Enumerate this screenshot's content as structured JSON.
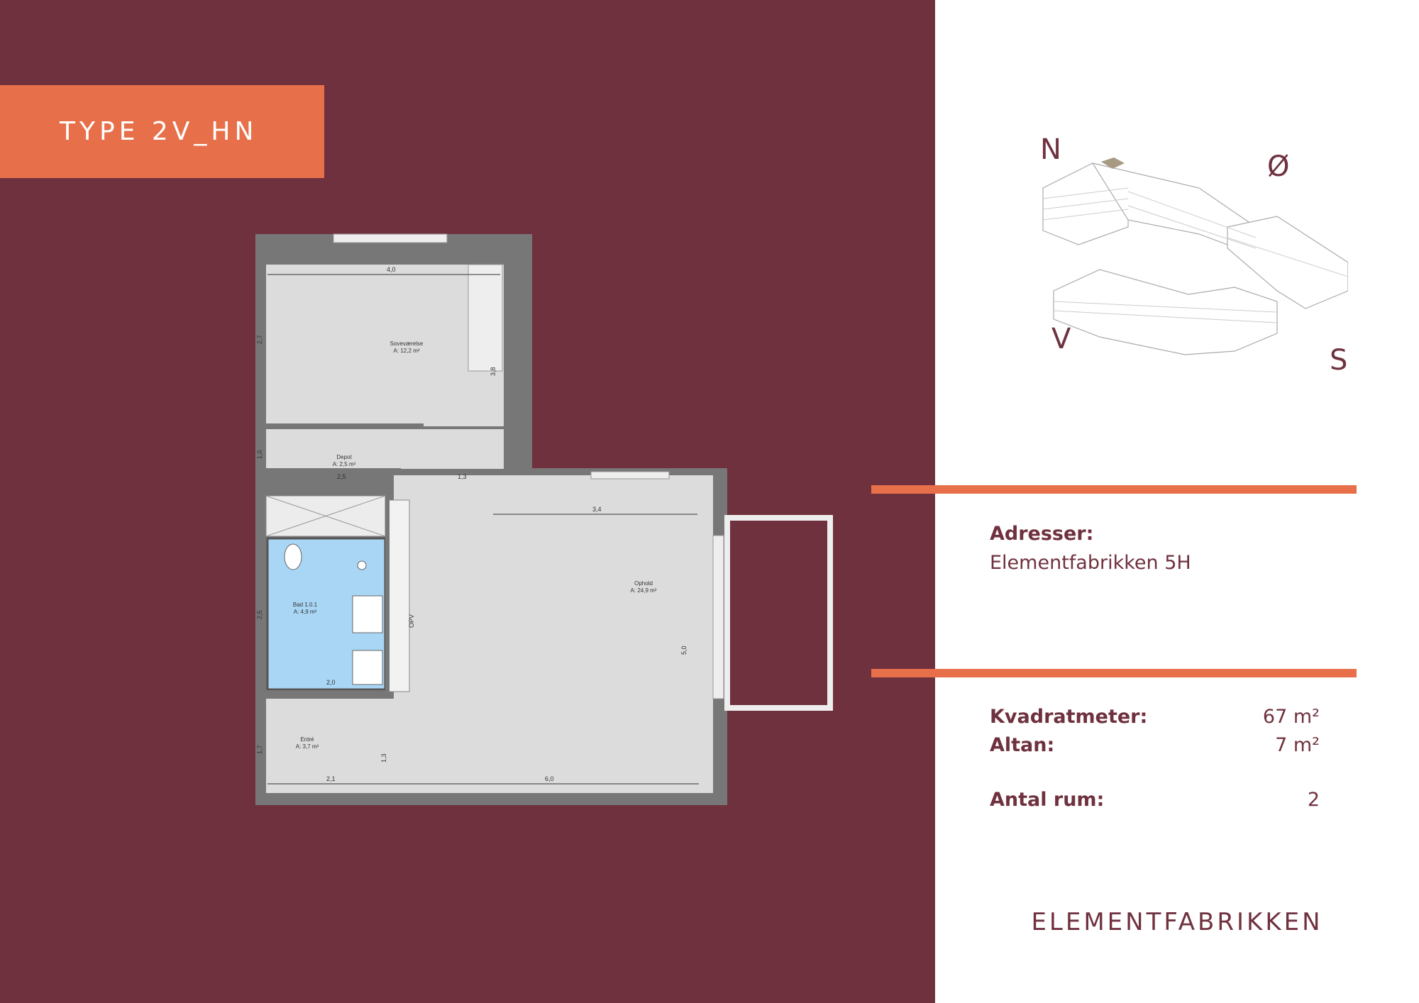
{
  "type_label": "TYPE 2V_HN",
  "compass": {
    "n": "N",
    "o": "Ø",
    "v": "V",
    "s": "S"
  },
  "address": {
    "label": "Adresser:",
    "value": "Elementfabrikken 5H"
  },
  "facts": [
    {
      "label": "Kvadratmeter:",
      "value": "67 m²"
    },
    {
      "label": "Altan:",
      "value": "7 m²"
    },
    {
      "label": "Antal rum:",
      "value": "2"
    }
  ],
  "brand": "ELEMENTFABRIKKEN",
  "floorplan": {
    "rooms": [
      {
        "name": "Soveværelse",
        "area": "A: 12,2 m²"
      },
      {
        "name": "Depot",
        "area": "A: 2,5 m²"
      },
      {
        "name": "Bad 1.0.1",
        "area": "A: 4,9 m²"
      },
      {
        "name": "Ophold",
        "area": "A: 24,9 m²"
      },
      {
        "name": "Entré",
        "area": "A: 3,7 m²"
      }
    ],
    "dimensions": [
      "4,0",
      "2,7",
      "3,8",
      "1,0",
      "2,5",
      "1,3",
      "3,4",
      "2,5",
      "2,0",
      "5,0",
      "1,7",
      "1,3",
      "2,1",
      "6,0"
    ],
    "kitchen_label": "OPV"
  },
  "colors": {
    "maroon": "#6f313e",
    "orange": "#e7704a",
    "bath": "#a9d6f5",
    "floor": "#dcdcdc",
    "wall": "#777777"
  }
}
